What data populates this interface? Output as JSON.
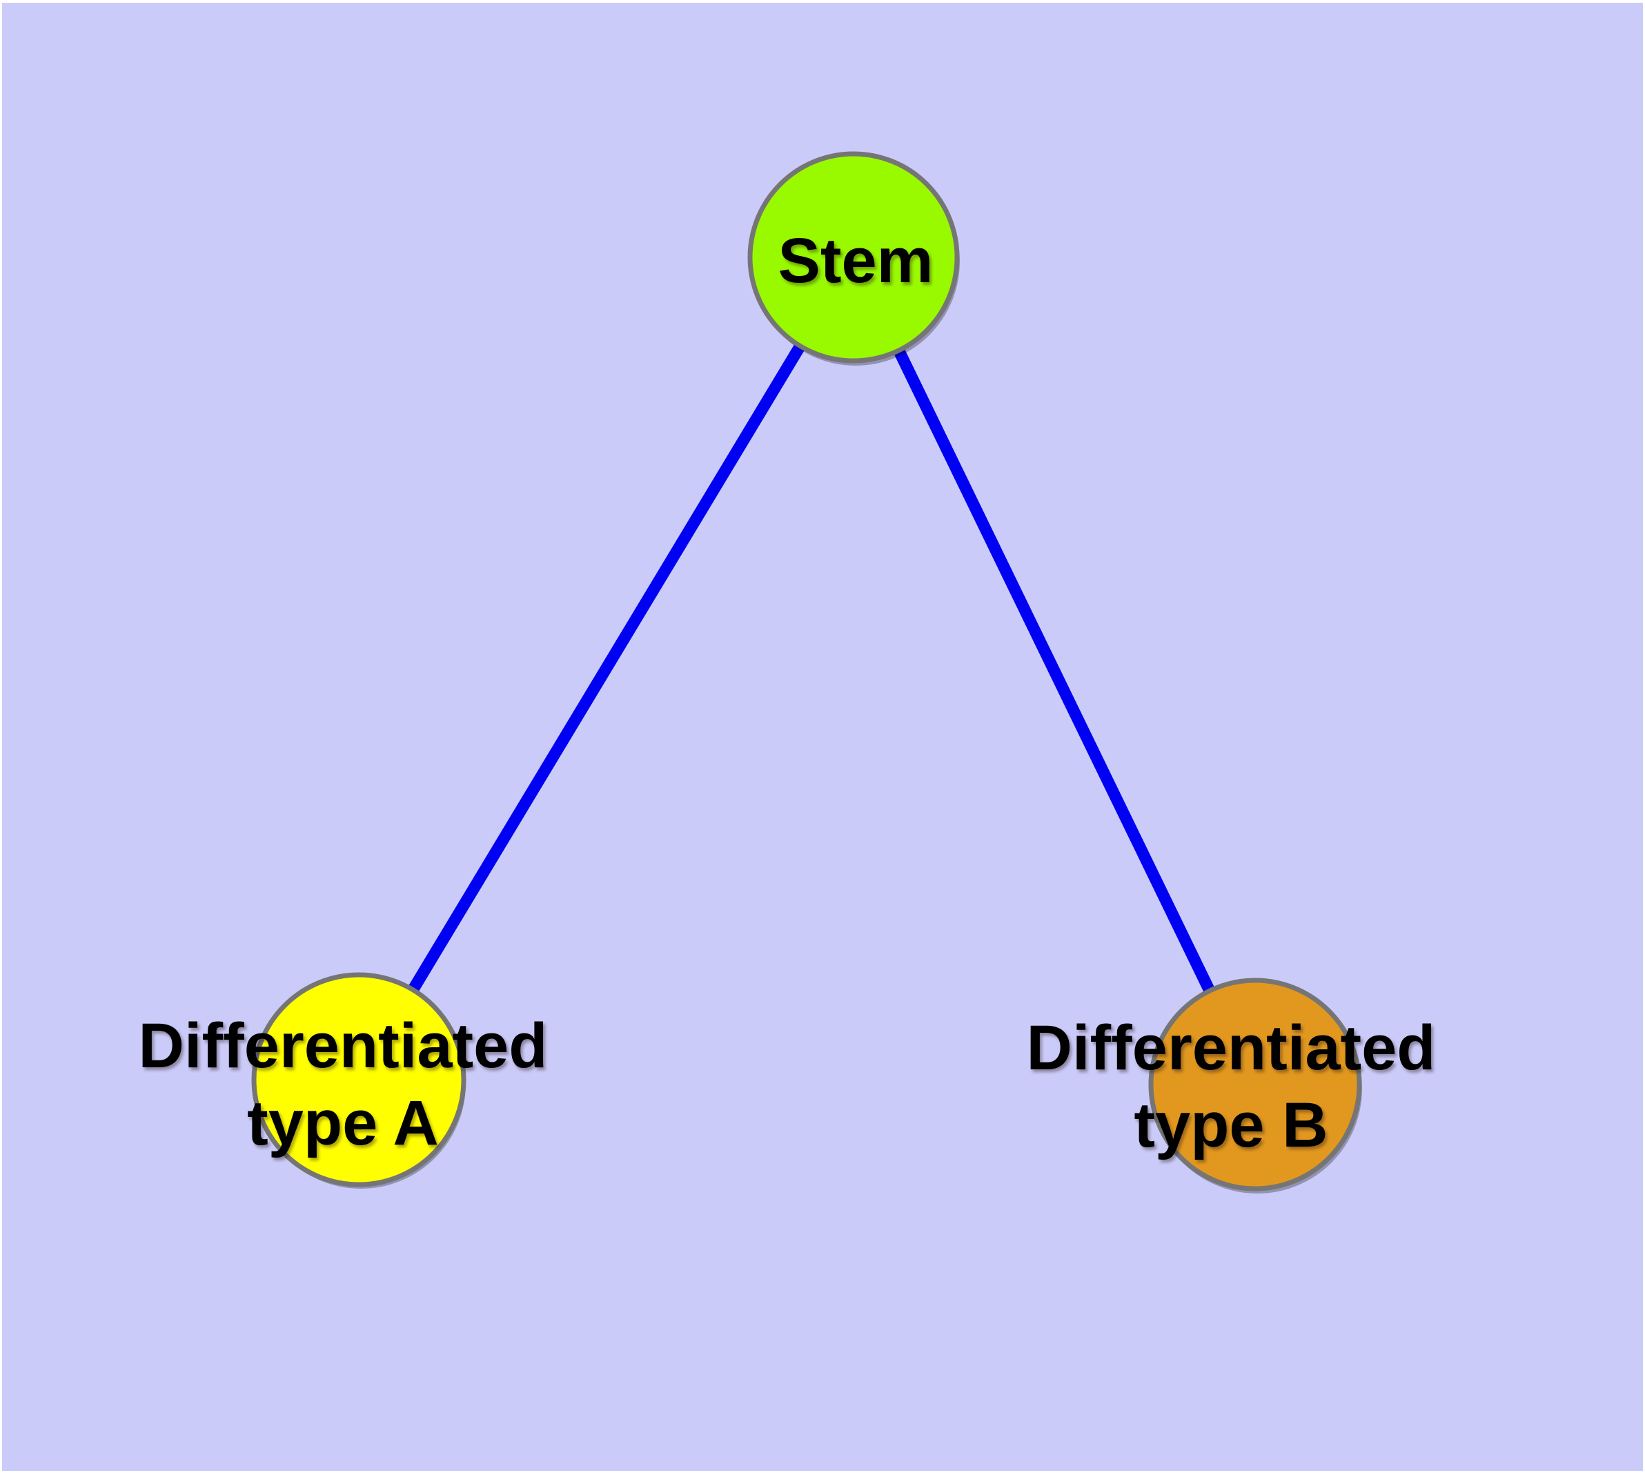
{
  "canvas": {
    "background_color": "#CBCBF9",
    "frame_color": "#FFFFFF"
  },
  "graph": {
    "edge_color": "#0000F2",
    "node_border_color": "#757575",
    "node_shadow_color": "rgba(0,0,0,0.28)",
    "label_color": "#000000",
    "nodes": [
      {
        "id": "stem",
        "label": "Stem",
        "label_lines": [
          "Stem"
        ],
        "fill": "#99FA00"
      },
      {
        "id": "differentiated-type-a",
        "label": "Differentiated type A",
        "label_lines": [
          "Differentiated",
          "type A"
        ],
        "fill": "#FFFF00"
      },
      {
        "id": "differentiated-type-b",
        "label": "Differentiated type B",
        "label_lines": [
          "Differentiated",
          "type B"
        ],
        "fill": "#E2981F"
      }
    ],
    "edges": [
      {
        "from": "stem",
        "to": "differentiated-type-a"
      },
      {
        "from": "stem",
        "to": "differentiated-type-b"
      }
    ]
  }
}
